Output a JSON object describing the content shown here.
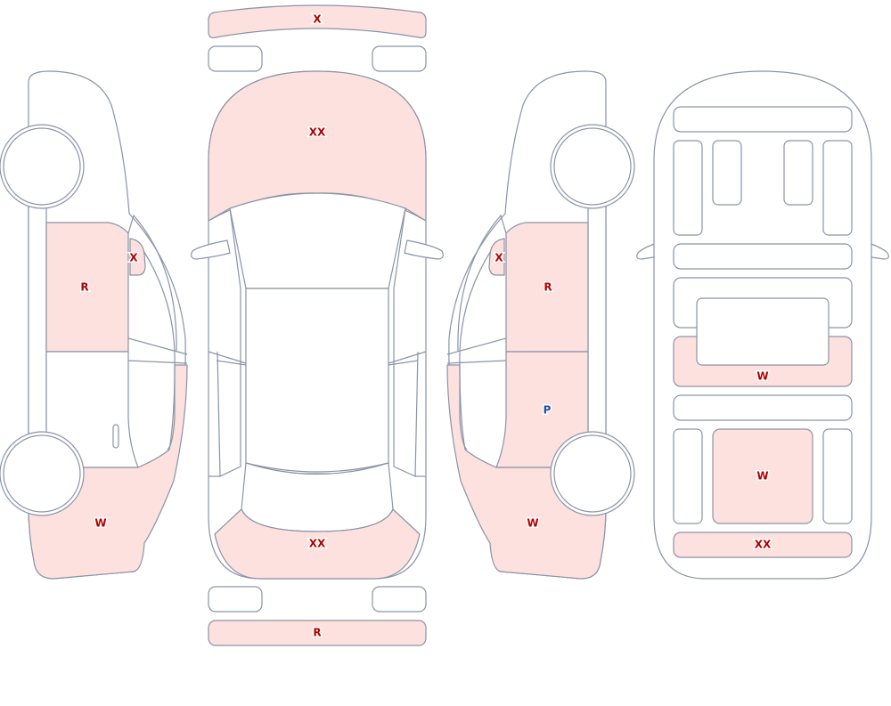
{
  "colors": {
    "outline": "#8a93a8",
    "damaged_fill": "#fde1df",
    "panel_fill": "#ffffff",
    "code_red": "#b00000",
    "code_blue": "#1f4fa0"
  },
  "views": {
    "left_side": {
      "front_door": "R",
      "mirror": "X",
      "rear_quarter": "W"
    },
    "top": {
      "front_bumper": "X",
      "hood": "XX",
      "trunk": "XX",
      "rear_bumper": "R"
    },
    "right_side": {
      "mirror": "X",
      "front_door": "R",
      "rear_door": "P",
      "rear_quarter": "W"
    },
    "underbody": {
      "mid_panel": "W",
      "rear_panel": "W",
      "rear_strip": "XX"
    }
  }
}
